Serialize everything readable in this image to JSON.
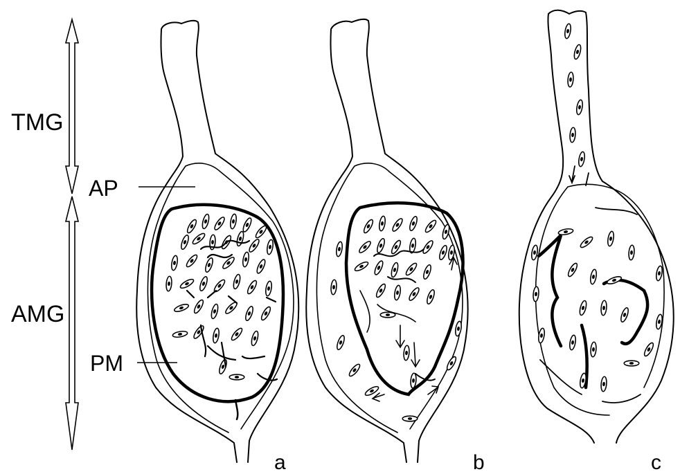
{
  "labels": {
    "tmg": "TMG",
    "amg": "AMG",
    "ap": "AP",
    "pm": "PM",
    "panel_a": "a",
    "panel_b": "b",
    "panel_c": "c"
  },
  "colors": {
    "ink": "#000000",
    "paper": "#ffffff"
  },
  "icons": [
    "double-headed-arrow-icon",
    "flow-arrow-icon"
  ]
}
